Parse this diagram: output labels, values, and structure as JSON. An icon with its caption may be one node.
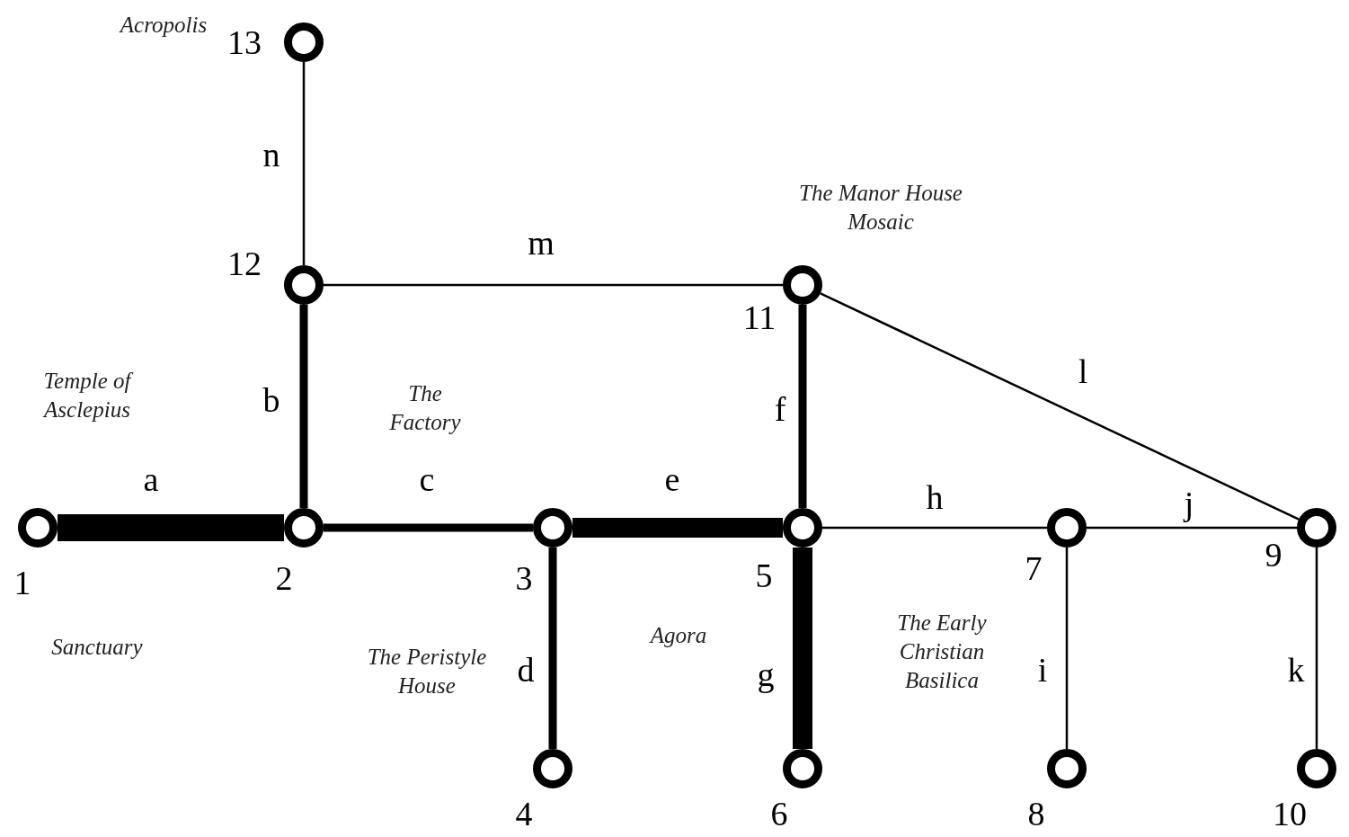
{
  "diagram": {
    "nodes": [
      {
        "text": [],
        "shape": "circle",
        "beside": [
          "1"
        ]
      },
      {
        "text": [],
        "shape": "circle",
        "beside": [
          "2"
        ]
      },
      {
        "text": [],
        "shape": "circle",
        "beside": [
          "3"
        ]
      },
      {
        "text": [],
        "shape": "circle",
        "beside": [
          "4"
        ]
      },
      {
        "text": [],
        "shape": "circle",
        "beside": [
          "5"
        ]
      },
      {
        "text": [],
        "shape": "circle",
        "beside": [
          "6"
        ]
      },
      {
        "text": [],
        "shape": "circle",
        "beside": [
          "7"
        ]
      },
      {
        "text": [],
        "shape": "circle",
        "beside": [
          "8"
        ]
      },
      {
        "text": [],
        "shape": "circle",
        "beside": [
          "9"
        ]
      },
      {
        "text": [],
        "shape": "circle",
        "beside": [
          "10"
        ]
      },
      {
        "text": [],
        "shape": "circle",
        "beside": [
          "11"
        ]
      },
      {
        "text": [],
        "shape": "circle",
        "beside": [
          "12"
        ]
      },
      {
        "text": [],
        "shape": "circle",
        "beside": [
          "13"
        ]
      }
    ],
    "edges": [
      {
        "from": 0,
        "to": 1,
        "arrow": "none",
        "label": "a",
        "style": "thick"
      },
      {
        "from": 1,
        "to": 11,
        "arrow": "none",
        "label": "b",
        "style": "thick"
      },
      {
        "from": 1,
        "to": 2,
        "arrow": "none",
        "label": "c",
        "style": "thick"
      },
      {
        "from": 2,
        "to": 3,
        "arrow": "none",
        "label": "d",
        "style": "thick"
      },
      {
        "from": 2,
        "to": 4,
        "arrow": "none",
        "label": "e",
        "style": "thick"
      },
      {
        "from": 4,
        "to": 10,
        "arrow": "none",
        "label": "f",
        "style": "thick"
      },
      {
        "from": 4,
        "to": 5,
        "arrow": "none",
        "label": "g",
        "style": "thick"
      },
      {
        "from": 4,
        "to": 6,
        "arrow": "none",
        "label": "h"
      },
      {
        "from": 6,
        "to": 7,
        "arrow": "none",
        "label": "i"
      },
      {
        "from": 6,
        "to": 8,
        "arrow": "none",
        "label": "j"
      },
      {
        "from": 8,
        "to": 9,
        "arrow": "none",
        "label": "k"
      },
      {
        "from": 10,
        "to": 8,
        "arrow": "none",
        "label": "l"
      },
      {
        "from": 11,
        "to": 10,
        "arrow": "none",
        "label": "m"
      },
      {
        "from": 11,
        "to": 12,
        "arrow": "none",
        "label": "n"
      }
    ],
    "labels": [
      "Acropolis",
      "The Manor House Mosaic",
      "Temple of Asclepius",
      "The Factory",
      "Agora",
      "Sanctuary",
      "The Early Christian Basilica",
      "The Peristyle House"
    ]
  }
}
